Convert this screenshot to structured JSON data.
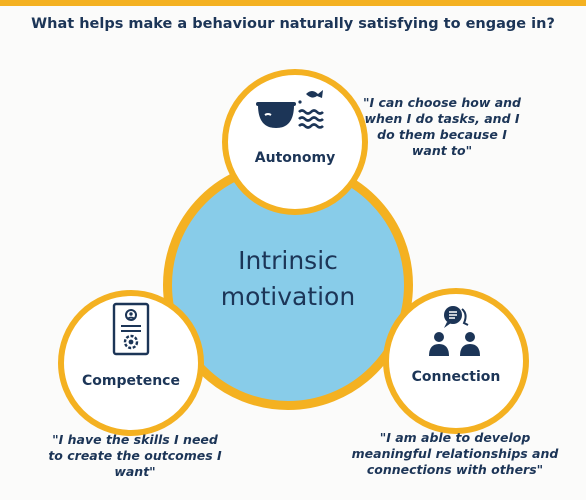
{
  "title": "What helps make a behaviour naturally satisfying to engage in?",
  "center": {
    "line1": "Intrinsic",
    "line2": "motivation"
  },
  "nodes": {
    "autonomy": {
      "label": "Autonomy",
      "icon": "fishbowl-icon"
    },
    "competence": {
      "label": "Competence",
      "icon": "certificate-icon"
    },
    "connection": {
      "label": "Connection",
      "icon": "people-chat-icon"
    }
  },
  "quotes": {
    "autonomy": [
      "\"I can choose how and",
      "when I do tasks, and I",
      "do them because I",
      "want to\""
    ],
    "competence": [
      "\"I have the skills I need",
      "to create the outcomes I",
      "want\""
    ],
    "connection": [
      "\"I am able to develop",
      "meaningful relationships and",
      "connections with others\""
    ]
  },
  "colors": {
    "accent": "#f4b121",
    "center_fill": "#88cce9",
    "text": "#1c3557"
  }
}
